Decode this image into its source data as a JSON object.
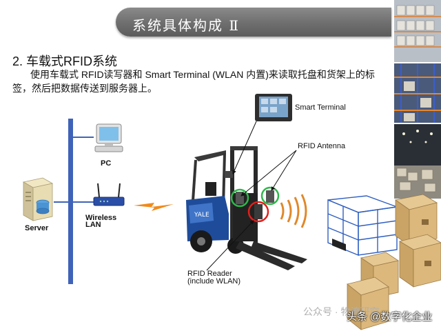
{
  "banner": {
    "title": "系统具体构成 Ⅱ"
  },
  "section": {
    "title": "2. 车载式RFID系统",
    "description": "使用车载式 RFID读写器和 Smart Terminal (WLAN 内置)来读取托盘和货架上的标签，然后把数据传送到服务器上。"
  },
  "diagram": {
    "server_label": "Server",
    "pc_label": "PC",
    "wireless_label_line1": "Wireless",
    "wireless_label_line2": "LAN",
    "smart_terminal_label": "Smart Terminal",
    "rfid_antenna_label": "RFID Antenna",
    "rfid_reader_label_line1": "RFID Reader",
    "rfid_reader_label_line2": "(include WLAN)",
    "forklift_brand": "YALE",
    "colors": {
      "bus": "#3f63b8",
      "antenna_ring": "#2db84a",
      "reader_ring": "#e0201c",
      "signal": "#f08a1c"
    }
  },
  "watermark": {
    "faint": "公众号 · 物流研究",
    "strong": "头条 @数字化企业"
  }
}
